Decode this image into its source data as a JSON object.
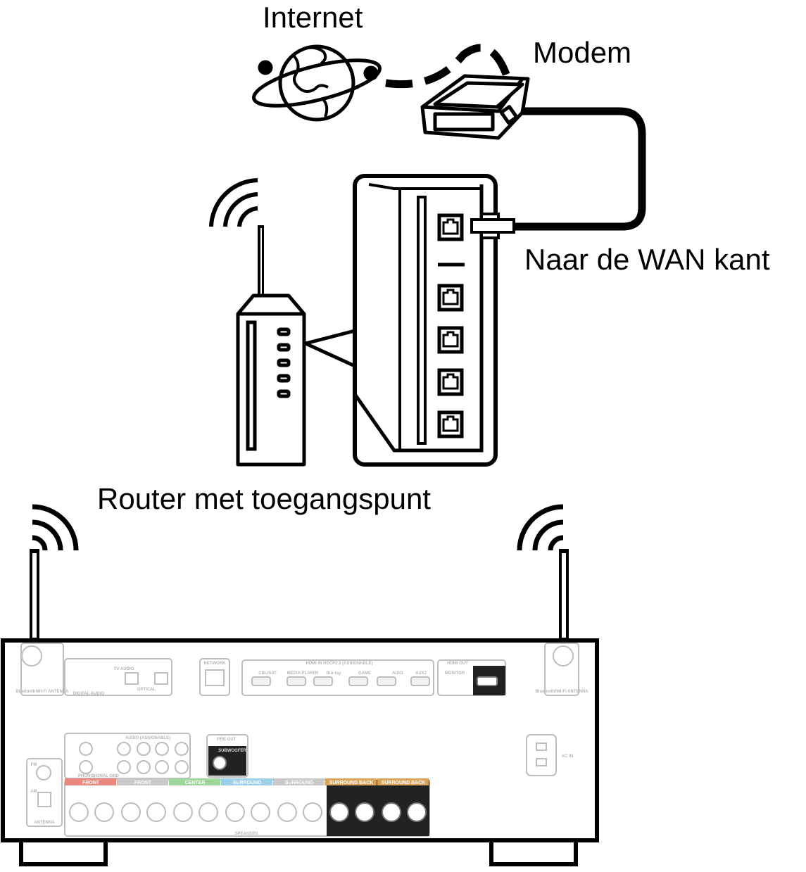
{
  "labels": {
    "internet": "Internet",
    "modem": "Modem",
    "wan_side": "Naar de WAN kant",
    "router": "Router met toegangspunt"
  },
  "receiver_panel": {
    "bt_antenna_label": "Bluetooth/Wi-Fi ANTENNA",
    "digital_audio": "DIGITAL AUDIO",
    "optical": "OPTICAL",
    "tv_audio": "TV AUDIO",
    "network": "NETWORK",
    "hdmi_in_header": "HDMI IN HDCP2.3 (ASSIGNABLE)",
    "hdmi_inputs": [
      "CBL/SAT",
      "MEDIA PLAYER",
      "Blu-ray",
      "GAME",
      "AUX1",
      "AUX2"
    ],
    "hdmi_out": "HDMI OUT",
    "monitor": "MONITOR",
    "audio_assignable": "AUDIO (ASSIGNABLE)",
    "phono": "PHONO",
    "signal_gnd": "SIGNAL GND",
    "pre_out": "PRE OUT",
    "subwoofer": "SUBWOOFER",
    "ac_in": "AC IN",
    "fm": "FM",
    "am": "AM",
    "antenna": "ANTENNA",
    "speakers": "SPEAKERS",
    "speaker_groups": [
      "FRONT",
      "FRONT",
      "CENTER",
      "SURROUND",
      "SURROUND",
      "SURROUND BACK",
      "SURROUND BACK"
    ],
    "speaker_colors": [
      "#e8887e",
      "#c9c9c9",
      "#9fd49a",
      "#9cd0e8",
      "#c9c9c9",
      "#d9a35a",
      "#d9a35a"
    ]
  }
}
